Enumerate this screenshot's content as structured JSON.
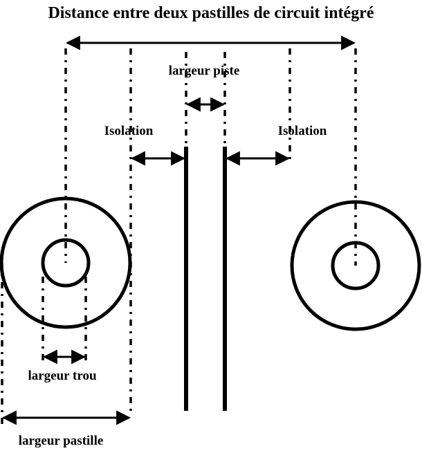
{
  "title": "Distance entre deux pastilles de circuit intégré",
  "labels": {
    "track_width": "largeur piste",
    "isolation_left": "Isolation",
    "isolation_right": "Isolation",
    "hole_width": "largeur trou",
    "pad_width": "largeur pastille"
  }
}
